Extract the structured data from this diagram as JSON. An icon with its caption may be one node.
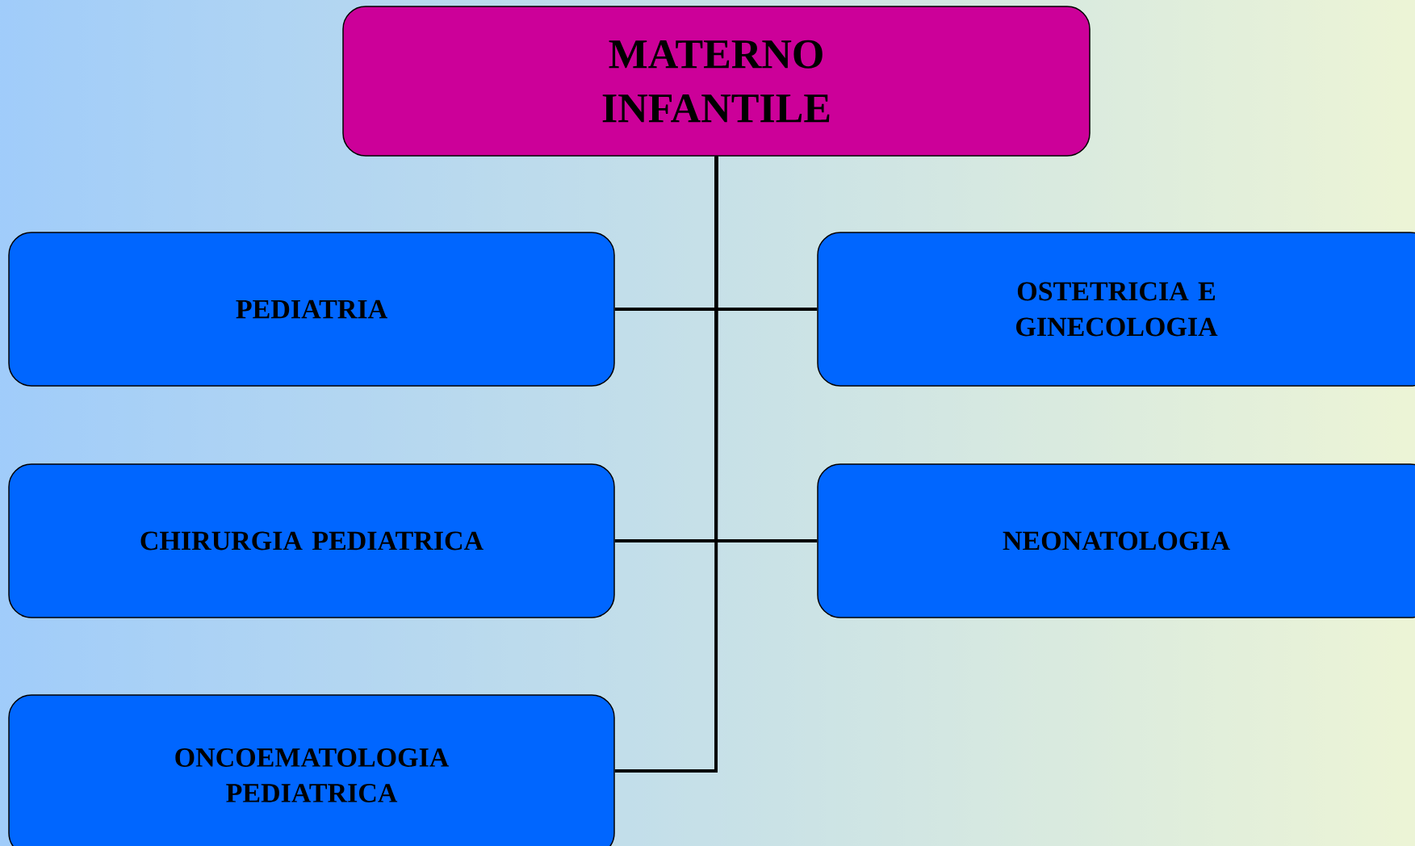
{
  "diagram": {
    "nodes": [
      {
        "text": [
          "MATERNO INFANTILE"
        ]
      },
      {
        "text": [
          "PEDIATRIA"
        ]
      },
      {
        "text": [
          "OSTETRICIA E GINECOLOGIA"
        ]
      },
      {
        "text": [
          "CHIRURGIA PEDIATRICA"
        ]
      },
      {
        "text": [
          "NEONATOLOGIA"
        ]
      },
      {
        "text": [
          "ONCOEMATOLOGIA PEDIATRICA"
        ]
      }
    ],
    "edges": [
      {
        "from": 0,
        "to": 1,
        "arrow": "none"
      },
      {
        "from": 0,
        "to": 2,
        "arrow": "none"
      },
      {
        "from": 0,
        "to": 3,
        "arrow": "none"
      },
      {
        "from": 0,
        "to": 4,
        "arrow": "none"
      },
      {
        "from": 0,
        "to": 5,
        "arrow": "none"
      }
    ]
  }
}
